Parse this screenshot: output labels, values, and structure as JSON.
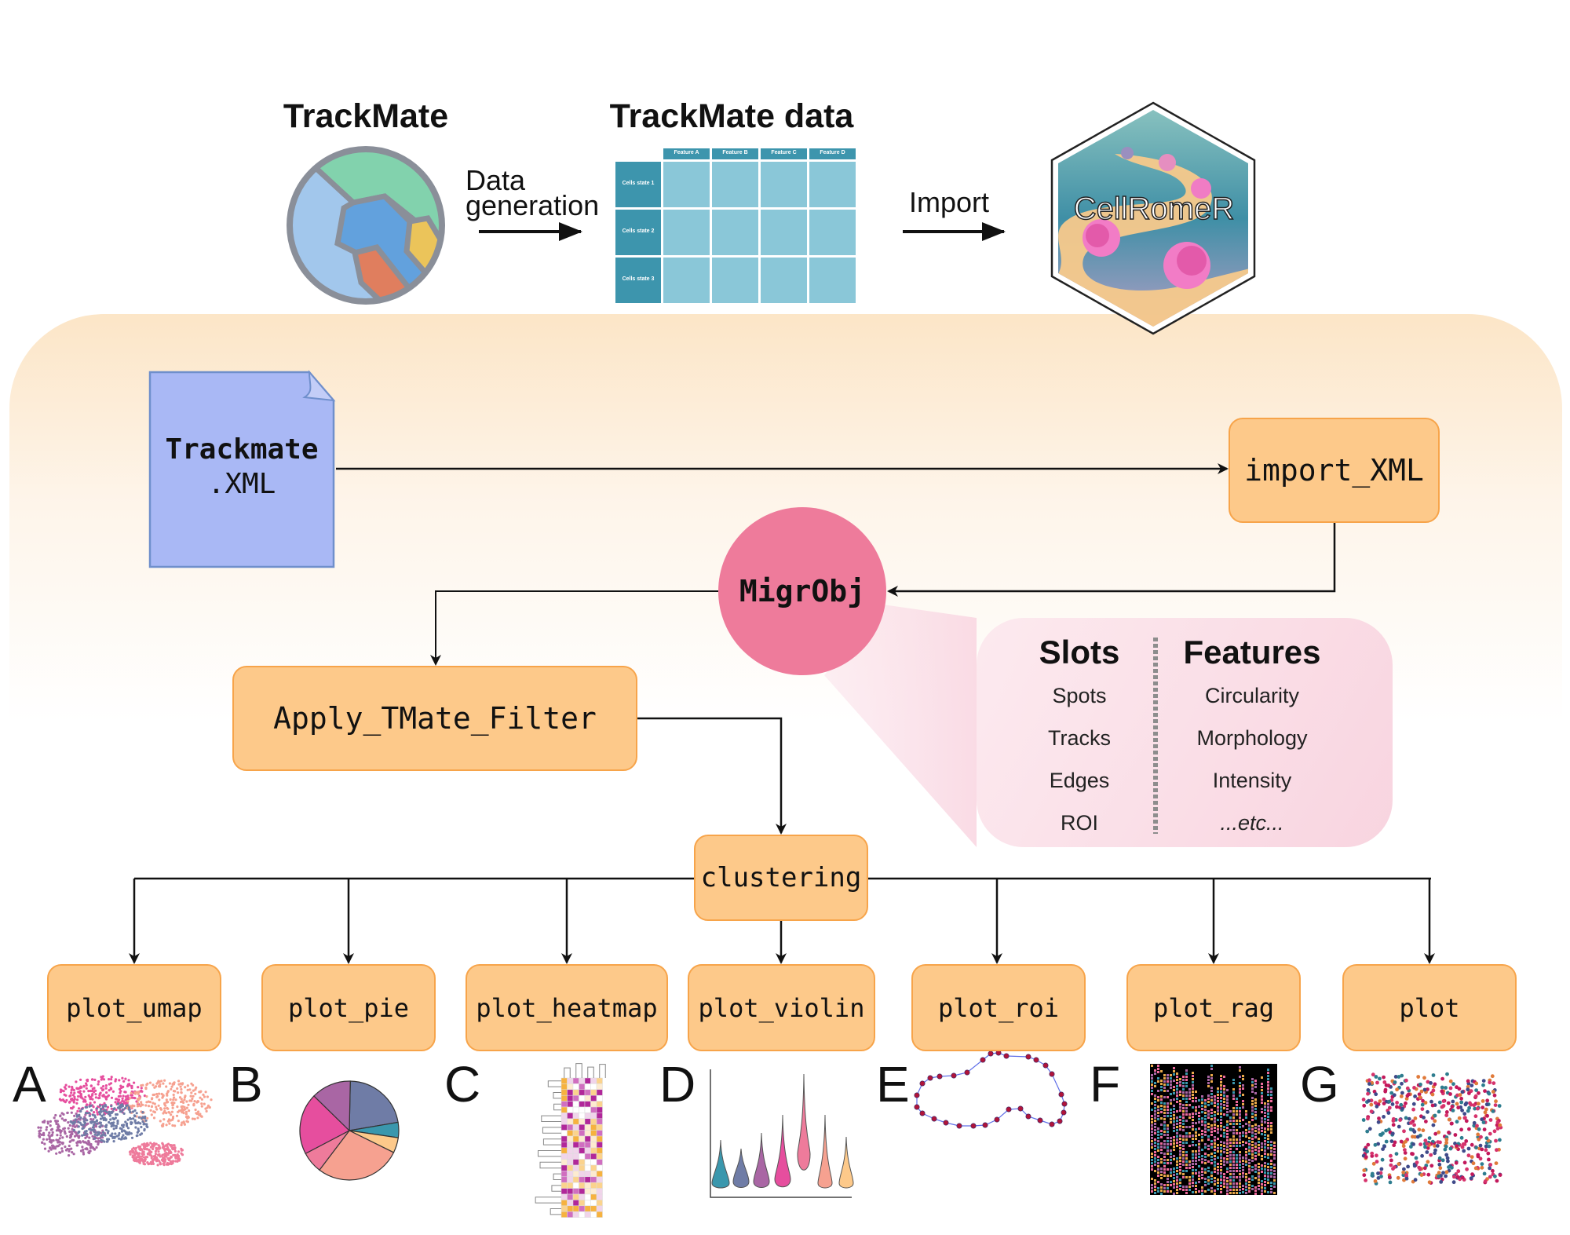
{
  "top": {
    "trackmate_title": "TrackMate",
    "data_generation_label": [
      "Data",
      "generation"
    ],
    "trackmate_data_title": "TrackMate data",
    "table": {
      "columns": [
        "Feature A",
        "Feature B",
        "Feature C",
        "Feature D"
      ],
      "rows": [
        "Cells state 1",
        "Cells state 2",
        "Cells state 3"
      ]
    },
    "import_label": "Import",
    "logo_text": "CellRomeR"
  },
  "workflow": {
    "xml_file": {
      "line1": "Trackmate",
      "line2": ".XML"
    },
    "import_xml": "import_XML",
    "migrobj": "MigrObj",
    "apply_filter": "Apply_TMate_Filter",
    "clustering": "clustering",
    "slots": {
      "heading": "Slots",
      "items": [
        "Spots",
        "Tracks",
        "Edges",
        "ROI"
      ]
    },
    "features": {
      "heading": "Features",
      "items": [
        "Circularity",
        "Morphology",
        "Intensity",
        "...etc..."
      ]
    }
  },
  "plots": [
    {
      "letter": "A",
      "function": "plot_umap",
      "kind": "umap scatter"
    },
    {
      "letter": "B",
      "function": "plot_pie",
      "kind": "pie"
    },
    {
      "letter": "C",
      "function": "plot_heatmap",
      "kind": "heatmap"
    },
    {
      "letter": "D",
      "function": "plot_violin",
      "kind": "violin"
    },
    {
      "letter": "E",
      "function": "plot_roi",
      "kind": "roi outline"
    },
    {
      "letter": "F",
      "function": "plot_rag",
      "kind": "raster"
    },
    {
      "letter": "G",
      "function": "plot",
      "kind": "track scatter"
    }
  ],
  "colors": {
    "box_fill": "#fdc98a",
    "box_border": "#f7a44a",
    "xml_fill": "#a9b8f5",
    "migrobj": "#ee7b9b",
    "table_header": "#3d95ad",
    "table_cell": "#8ac7d8",
    "palette": [
      "#3a97ad",
      "#6f7ca6",
      "#a966a4",
      "#e64e9e",
      "#ee7b9b",
      "#f6a190",
      "#fdc98a"
    ]
  }
}
